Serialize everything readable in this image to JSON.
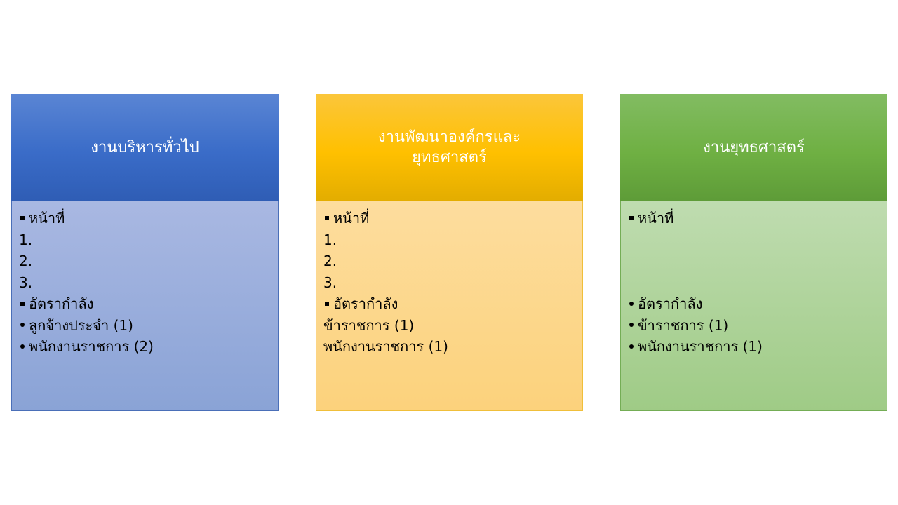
{
  "cards": [
    {
      "title": "งานบริหารทั่วไป",
      "duties_label": "หน้าที่",
      "duties": [
        "1.",
        "2.",
        "3."
      ],
      "staff_label": "อัตรากำลัง",
      "staff": [
        "ลูกจ้างประจำ (1)",
        "พนักงานราชการ (2)"
      ]
    },
    {
      "title": "งานพัฒนาองค์กรและยุทธศาสตร์",
      "duties_label": "หน้าที่",
      "duties": [
        "1.",
        "2.",
        "3."
      ],
      "staff_label": "อัตรากำลัง",
      "staff": [
        "ข้าราชการ (1)",
        "พนักงานราชการ (1)"
      ]
    },
    {
      "title": "งานยุทธศาสตร์",
      "duties_label": "หน้าที่",
      "staff_label": "อัตรากำลัง",
      "staff": [
        "ข้าราชการ (1)",
        "พนักงานราชการ (1)"
      ]
    }
  ],
  "colors": {
    "blue_header": "#3a6cc8",
    "gold_header": "#ffc000",
    "green_header": "#6fb043"
  }
}
